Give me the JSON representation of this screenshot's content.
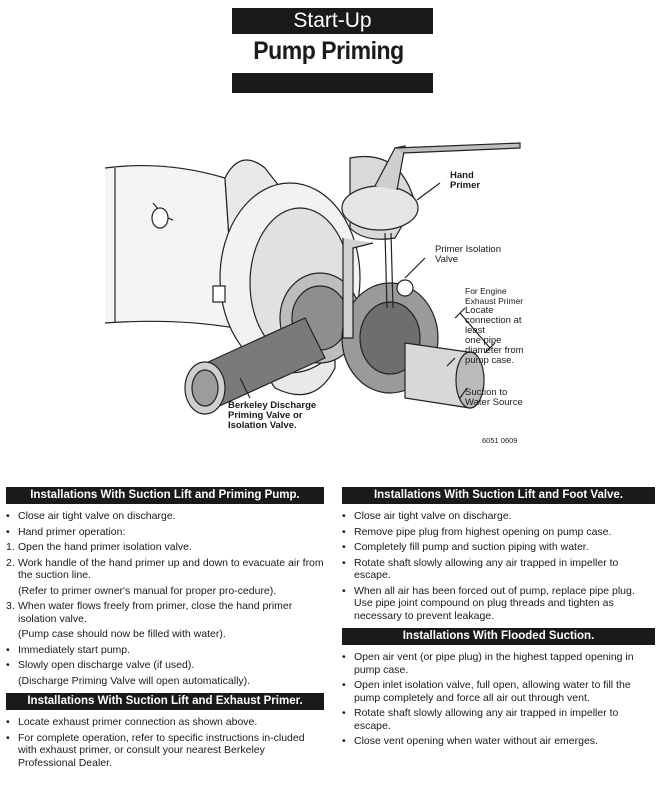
{
  "header": {
    "subtitle": "Start-Up",
    "title": "Pump Priming"
  },
  "figure": {
    "labels": {
      "hand_primer": [
        "Hand",
        "Primer"
      ],
      "primer_valve": [
        "Primer Isolation",
        "Valve"
      ],
      "engine_title": "For Engine Exhaust Primer",
      "engine_text": [
        "Locate connection at least",
        "one pipe diameter from",
        "pump case."
      ],
      "suction": [
        "Suction to",
        "Water Source"
      ],
      "discharge": [
        "Berkeley Discharge",
        "Priming Valve or",
        "Isolation Valve."
      ],
      "code": "6051 0609"
    }
  },
  "sections": {
    "suction_priming": {
      "title": "Installations With Suction Lift and Priming Pump.",
      "items": [
        {
          "marker": "•",
          "text": "Close air tight valve on discharge."
        },
        {
          "marker": "•",
          "text": "Hand primer operation:"
        },
        {
          "marker": "1.",
          "text": "Open the hand primer isolation valve."
        },
        {
          "marker": "2.",
          "text": "Work handle of the hand primer up and down to evacuate air from the suction line."
        },
        {
          "marker": "",
          "text": "(Refer to primer owner's manual for proper pro-cedure)."
        },
        {
          "marker": "3.",
          "text": "When water flows freely from primer, close the hand primer isolation valve."
        },
        {
          "marker": "",
          "text": "(Pump case should now be filled with water)."
        },
        {
          "marker": "•",
          "text": "Immediately start pump."
        },
        {
          "marker": "•",
          "text": "Slowly open discharge valve (if used)."
        },
        {
          "marker": "",
          "text": "(Discharge Priming Valve will open automatically)."
        }
      ]
    },
    "suction_exhaust": {
      "title": "Installations With Suction Lift and Exhaust Primer.",
      "items": [
        {
          "marker": "•",
          "text": "Locate exhaust primer connection as shown above."
        },
        {
          "marker": "•",
          "text": "For complete operation, refer to specific instructions in-cluded with exhaust primer, or consult your nearest Berkeley Professional Dealer."
        }
      ]
    },
    "suction_foot": {
      "title": "Installations With Suction Lift and Foot Valve.",
      "items": [
        {
          "marker": "•",
          "text": "Close air tight valve on discharge."
        },
        {
          "marker": "•",
          "text": "Remove pipe plug from highest opening on pump case."
        },
        {
          "marker": "•",
          "text": "Completely fill pump and suction piping with water."
        },
        {
          "marker": "•",
          "text": "Rotate shaft slowly allowing any air trapped in impeller to escape."
        },
        {
          "marker": "•",
          "text": "When all air has been forced out of pump, replace pipe plug. Use pipe joint compound on plug threads and tighten as necessary to prevent leakage."
        }
      ]
    },
    "flooded": {
      "title": "Installations With Flooded Suction.",
      "items": [
        {
          "marker": "•",
          "text": "Open air vent (or pipe plug) in the highest tapped opening in pump case."
        },
        {
          "marker": "•",
          "text": "Open inlet isolation valve, full open, allowing water to fill the pump completely and force all air out through vent."
        },
        {
          "marker": "•",
          "text": "Rotate shaft slowly allowing any air trapped in impeller to escape."
        },
        {
          "marker": "•",
          "text": "Close vent opening when water without air emerges."
        }
      ]
    }
  }
}
